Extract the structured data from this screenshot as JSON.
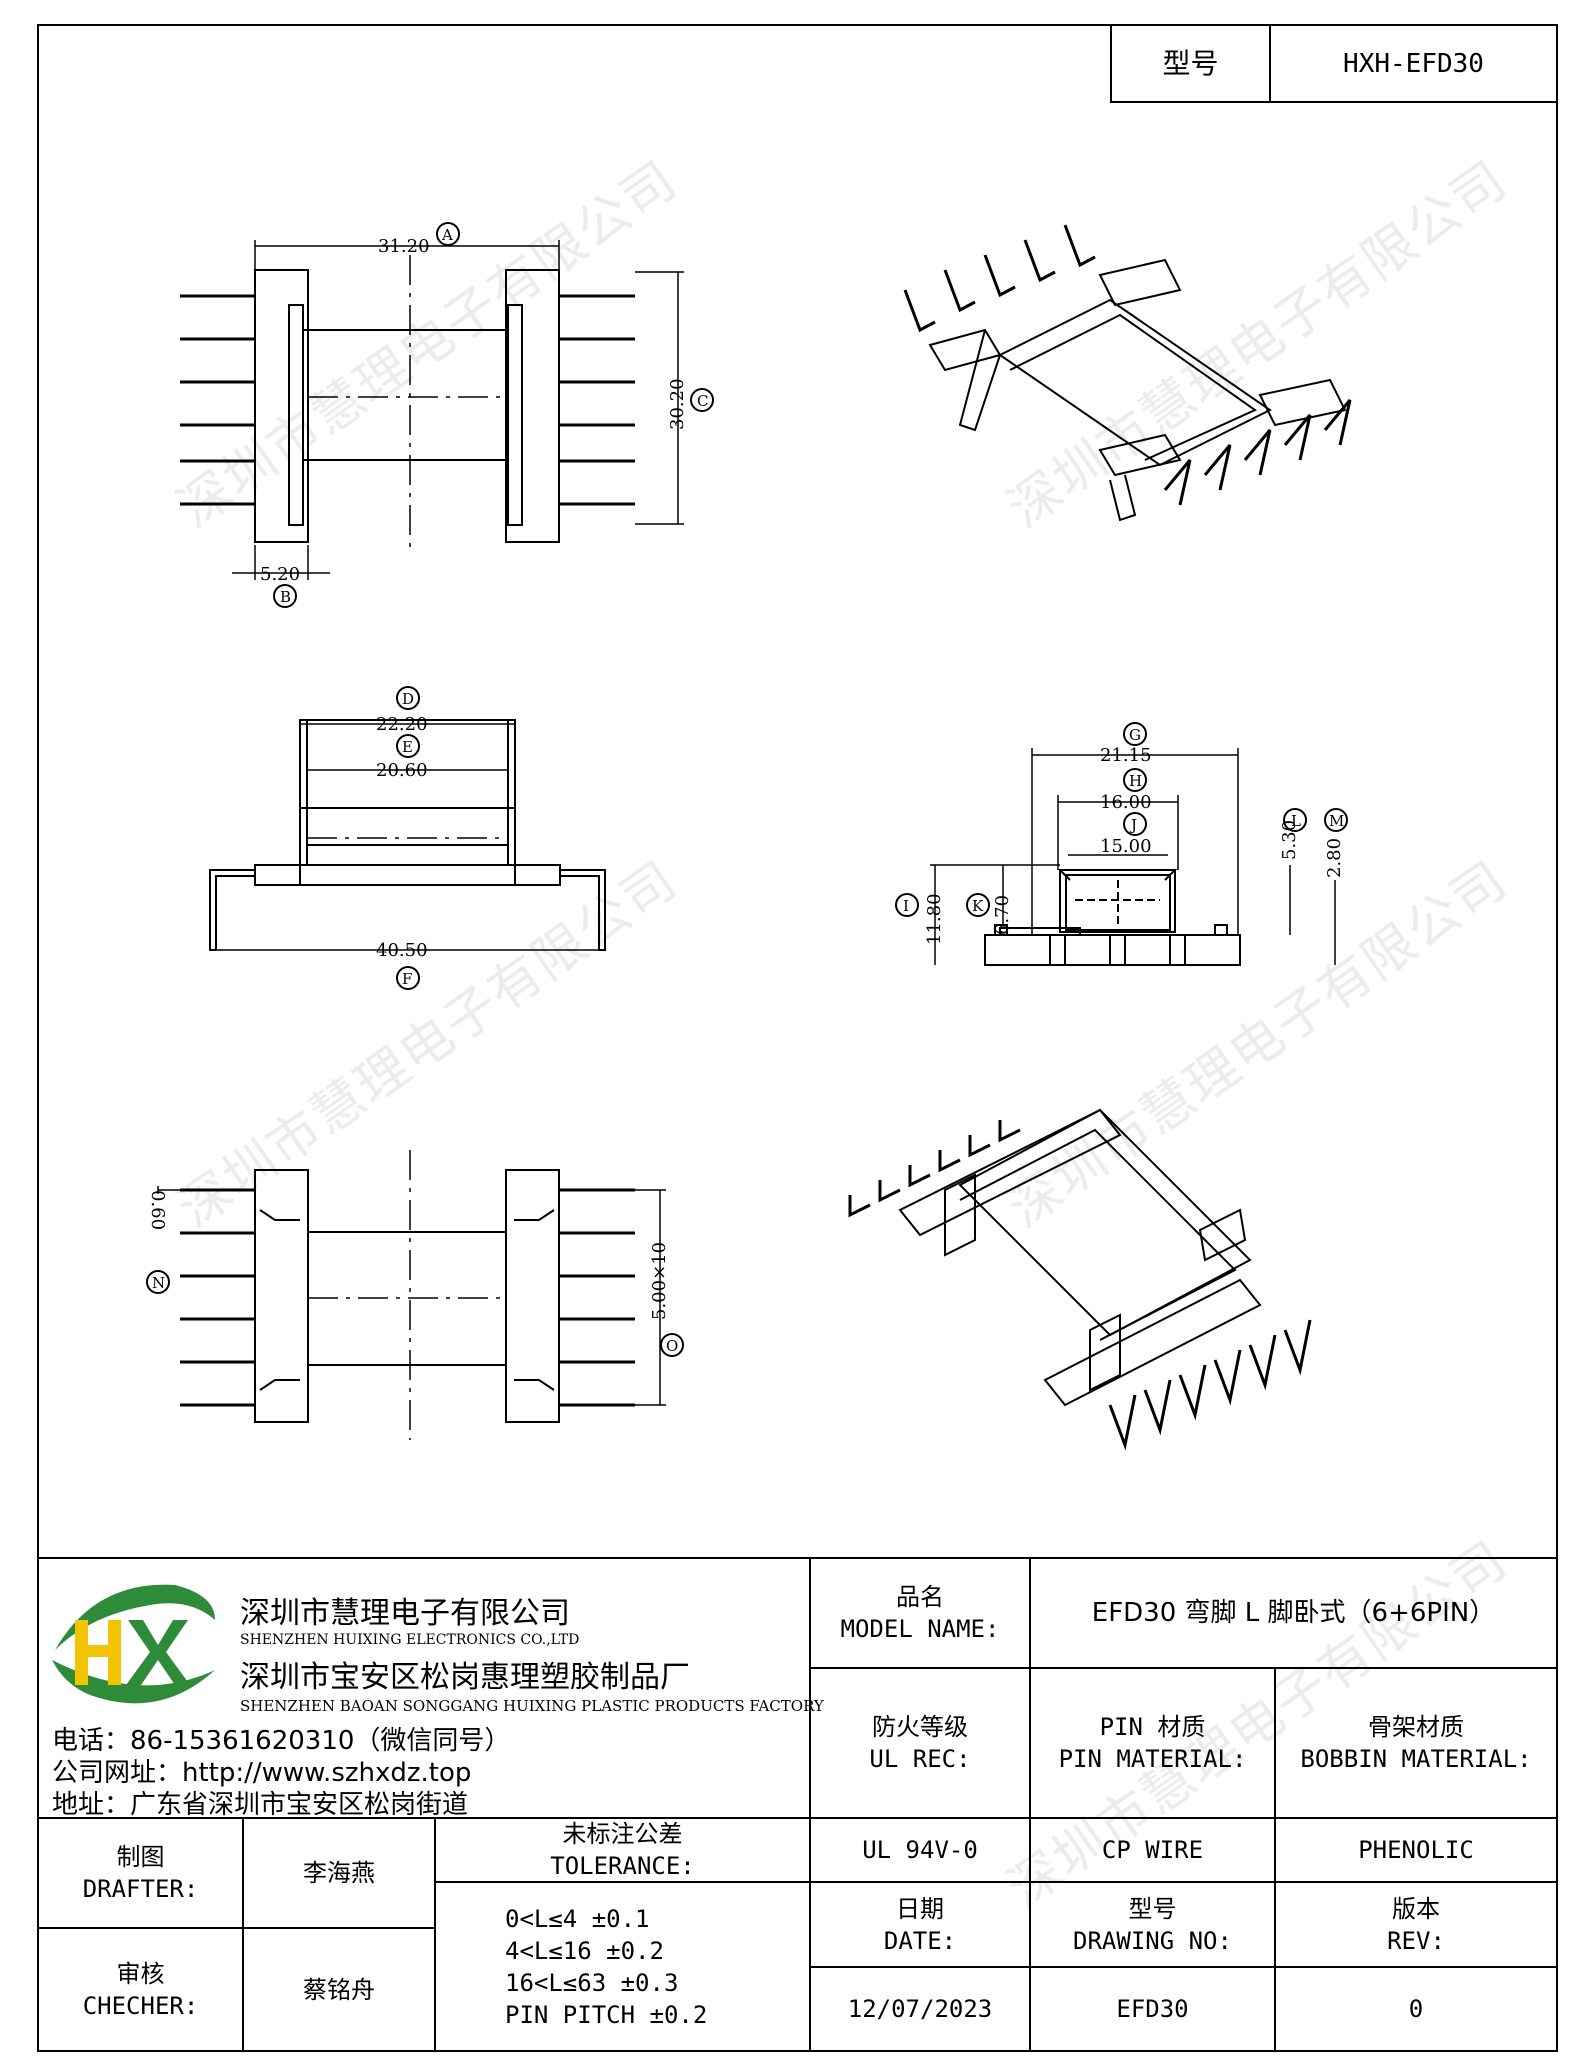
{
  "header": {
    "model_label": "型号",
    "model_value": "HXH-EFD30"
  },
  "watermark": "深圳市慧理电子有限公司",
  "dimensions": {
    "A": "31.20",
    "B": "5.20",
    "C": "30.20",
    "D": "22.20",
    "E": "20.60",
    "F": "40.50",
    "G": "21.15",
    "H": "16.00",
    "J": "15.00",
    "I": "11.80",
    "K": "6.70",
    "L": "5.30",
    "M": "2.80",
    "N": "0.60",
    "O": "5.00×10"
  },
  "company": {
    "name_cn": "深圳市慧理电子有限公司",
    "name_en": "SHENZHEN HUIXING ELECTRONICS CO.,LTD",
    "factory_cn": "深圳市宝安区松岗惠理塑胶制品厂",
    "factory_en": "SHENZHEN BAOAN SONGGANG HUIXING PLASTIC PRODUCTS FACTORY",
    "phone": "电话：86-15361620310（微信同号）",
    "website": "公司网址：http://www.szhxdz.top",
    "address": "地址：广东省深圳市宝安区松岗街道"
  },
  "title_block": {
    "model_name_cn": "品名",
    "model_name_en": "MODEL NAME:",
    "model_name_value": "EFD30 弯脚 L 脚卧式（6+6PIN）",
    "ul_rec_cn": "防火等级",
    "ul_rec_en": "UL REC:",
    "ul_rec_value": "UL 94V-0",
    "pin_mat_cn": "PIN 材质",
    "pin_mat_en": "PIN MATERIAL:",
    "pin_mat_value": "CP WIRE",
    "bobbin_mat_cn": "骨架材质",
    "bobbin_mat_en": "BOBBIN MATERIAL:",
    "bobbin_mat_value": "PHENOLIC",
    "drafter_cn": "制图",
    "drafter_en": "DRAFTER:",
    "drafter_value": "李海燕",
    "checker_cn": "审核",
    "checker_en": "CHECHER:",
    "checker_value": "蔡铭舟",
    "tolerance_cn": "未标注公差",
    "tolerance_en": "TOLERANCE:",
    "tolerance_lines": [
      "0<L≤4 ±0.1",
      "4<L≤16 ±0.2",
      "16<L≤63 ±0.3",
      "PIN PITCH ±0.2"
    ],
    "date_cn": "日期",
    "date_en": "DATE:",
    "date_value": "12/07/2023",
    "drawing_no_cn": "型号",
    "drawing_no_en": "DRAWING NO:",
    "drawing_no_value": "EFD30",
    "rev_cn": "版本",
    "rev_en": "REV:",
    "rev_value": "0"
  },
  "colors": {
    "line": "#000000",
    "logo_green": "#2e8b3a",
    "logo_yellow": "#f2c300"
  }
}
